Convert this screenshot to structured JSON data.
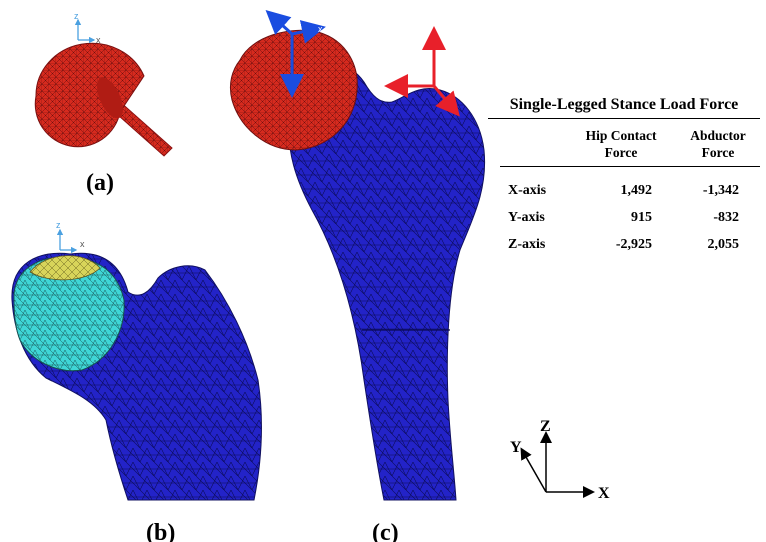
{
  "panel_labels": {
    "a": "(a)",
    "b": "(b)",
    "c": "(c)"
  },
  "model_axis_labels": {
    "z": "z",
    "x": "x"
  },
  "table": {
    "title": "Single-Legged Stance Load Force",
    "headers": [
      "",
      "Hip Contact Force",
      "Abductor Force"
    ],
    "header_lines": {
      "hip": [
        "Hip Contact",
        "Force"
      ],
      "abductor": [
        "Abductor",
        "Force"
      ]
    },
    "rows": [
      {
        "axis": "X-axis",
        "hip": "1,492",
        "abductor": "-1,342"
      },
      {
        "axis": "Y-axis",
        "hip": "915",
        "abductor": "-832"
      },
      {
        "axis": "Z-axis",
        "hip": "-2,925",
        "abductor": "2,055"
      }
    ]
  },
  "global_axes": {
    "x": "X",
    "y": "Y",
    "z": "Z"
  },
  "colors": {
    "femoral_head_red": "#d62a1e",
    "bone_blue": "#2222cc",
    "cartilage_cyan": "#3fd6d6",
    "cartilage_yellow": "#d8d45a",
    "load_arrow_red": "#e8202a",
    "axis_blue": "#1a4de0"
  }
}
